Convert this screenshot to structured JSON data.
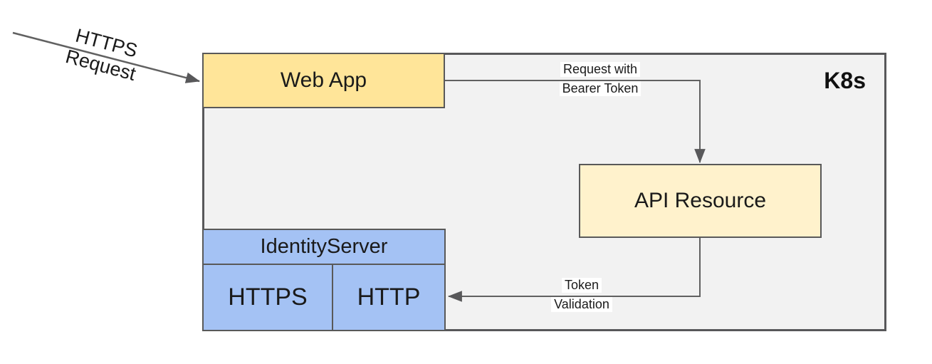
{
  "diagram": {
    "container": {
      "label": "K8s"
    },
    "nodes": {
      "web_app": {
        "label": "Web App",
        "fill": "#FFE599"
      },
      "api_resource": {
        "label": "API Resource",
        "fill": "#FFF2CC"
      },
      "identity_server": {
        "label": "IdentityServer",
        "fill": "#A4C2F4"
      },
      "https_endpoint": {
        "label": "HTTPS"
      },
      "http_endpoint": {
        "label": "HTTP"
      }
    },
    "edges": {
      "https_request": {
        "label": "HTTPS\nRequest"
      },
      "bearer_token": {
        "lines": [
          "Request with",
          "Bearer Token"
        ]
      },
      "token_validation": {
        "lines": [
          "Token",
          "Validation"
        ]
      }
    },
    "colors": {
      "container_fill": "#F2F2F2",
      "container_border": "#58585A",
      "box_border": "#595959",
      "web_app_fill": "#FFE599",
      "api_resource_fill": "#FFF2CC",
      "identity_fill": "#A4C2F4",
      "arrow_stroke": "#616161",
      "text": "#1A1A1A"
    }
  }
}
